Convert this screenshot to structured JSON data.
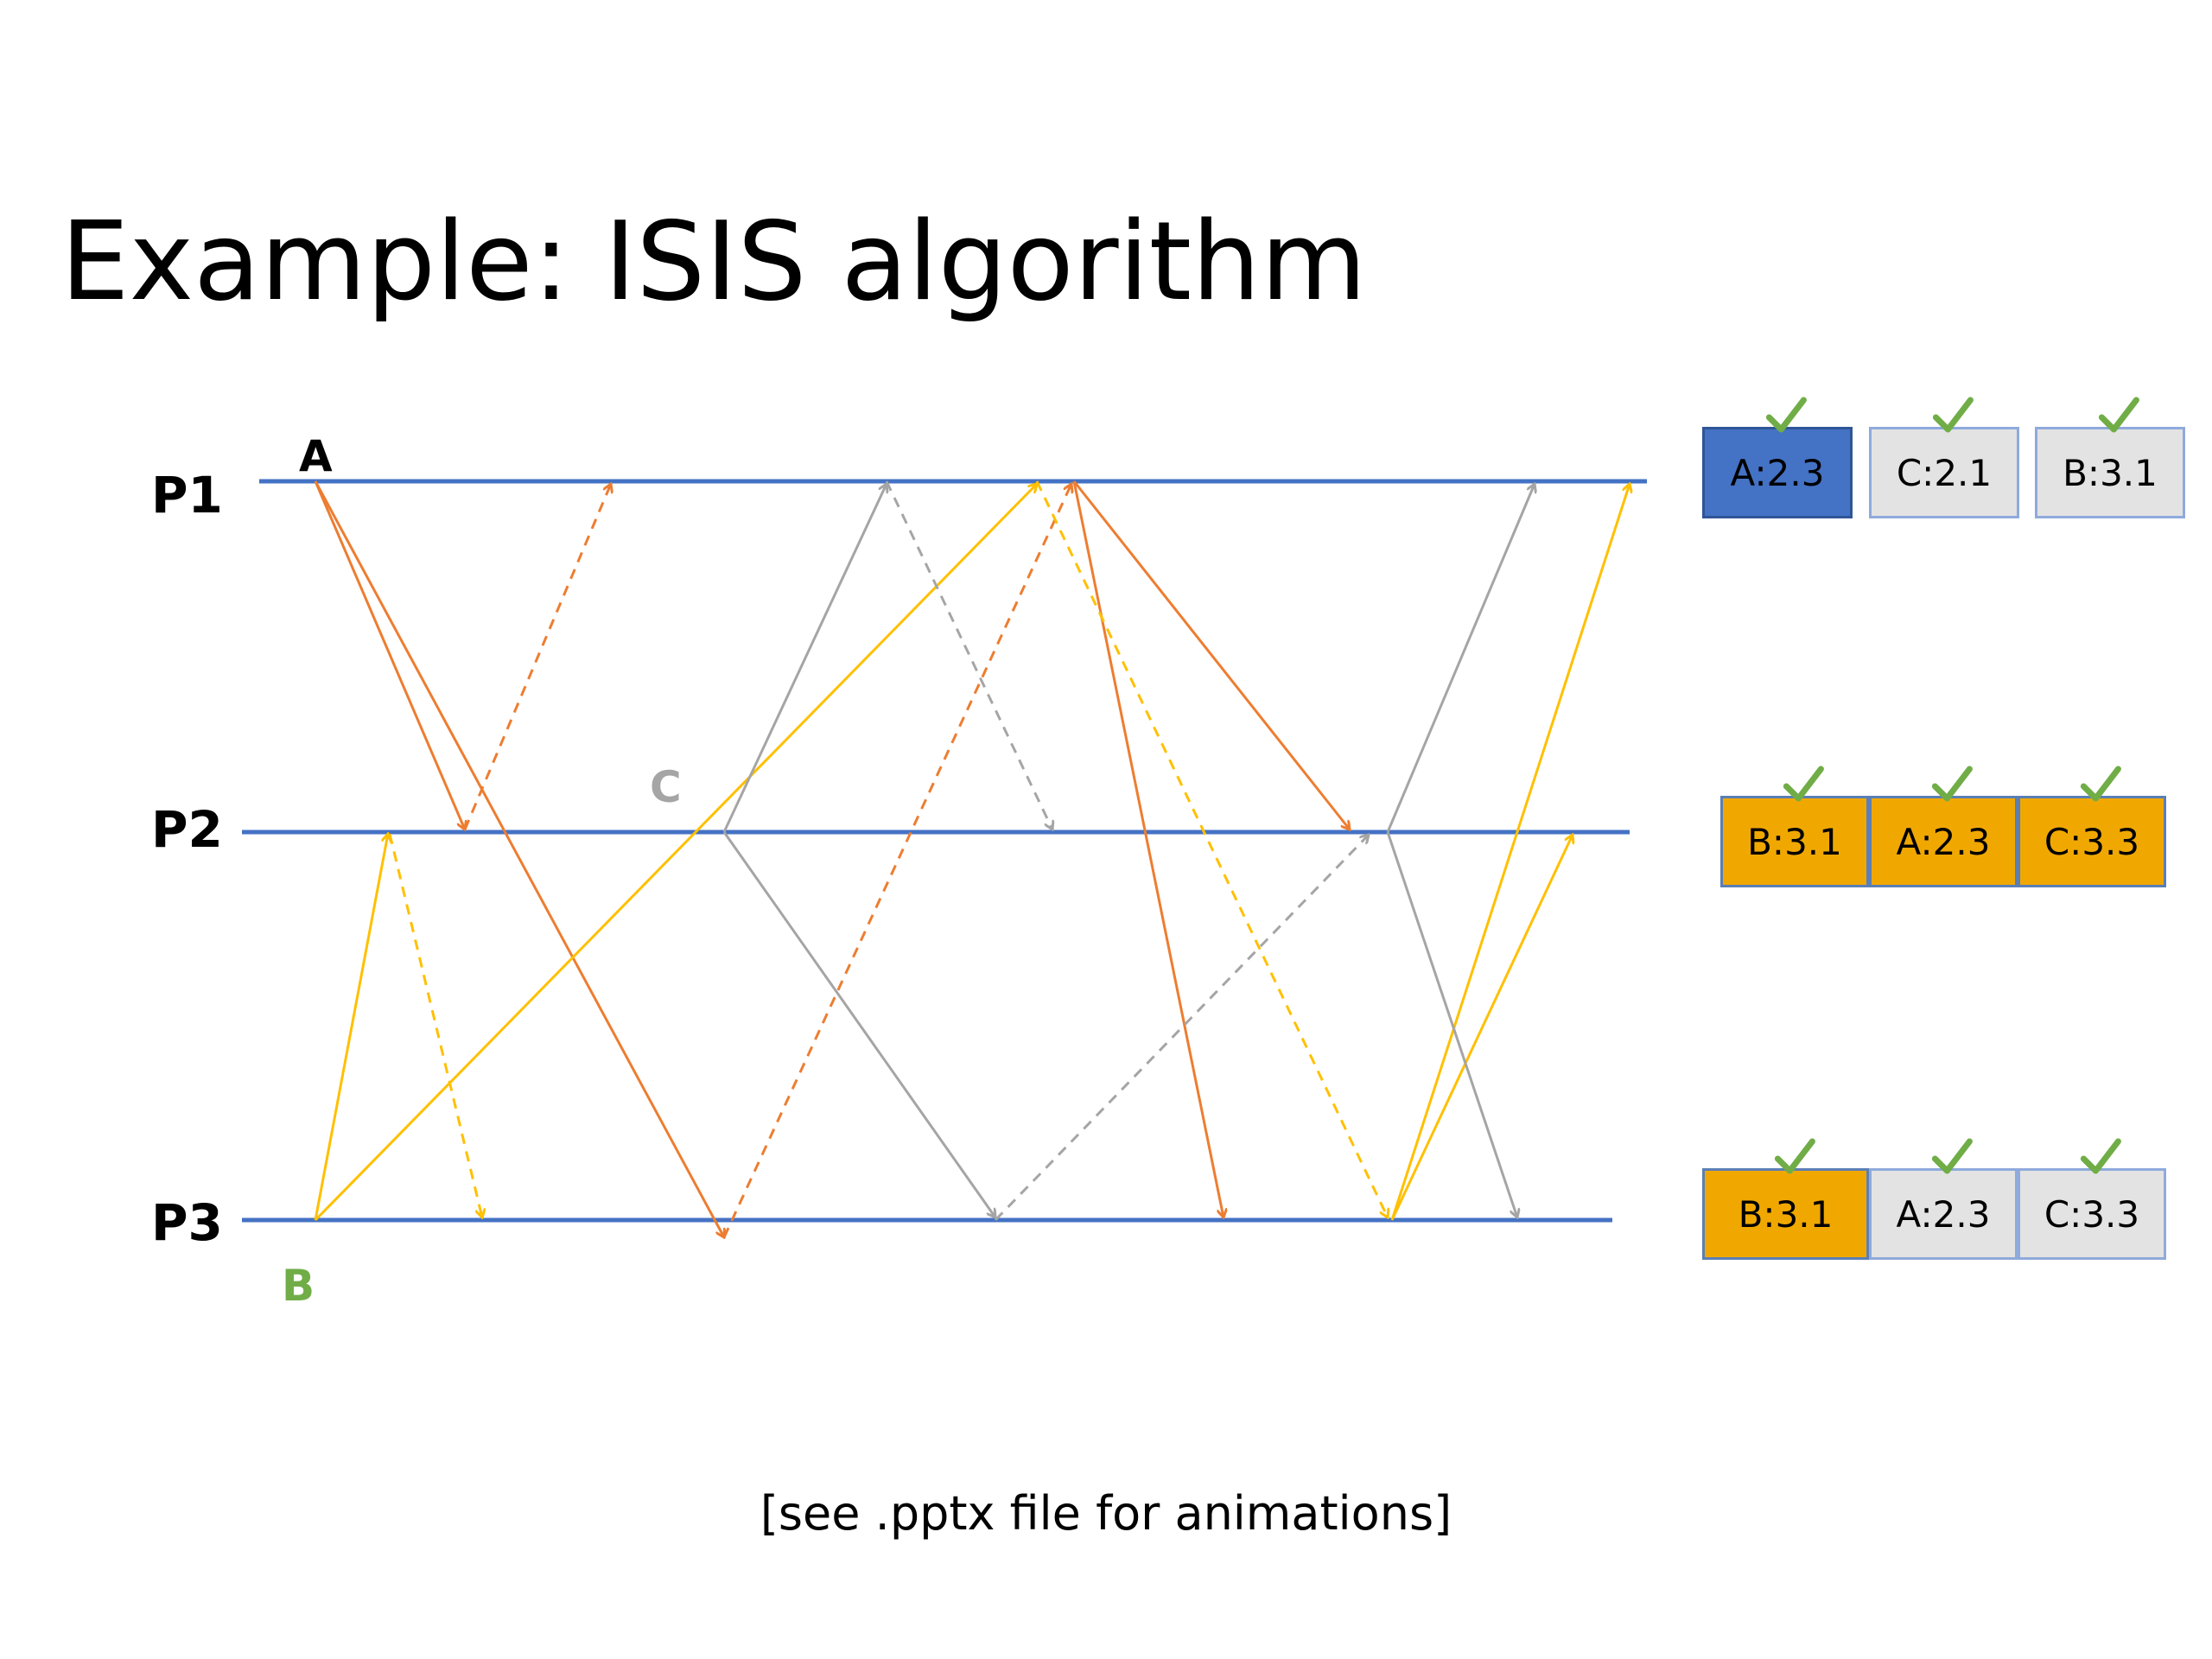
{
  "title": "Example: ISIS algorithm",
  "processes": [
    "P1",
    "P2",
    "P3"
  ],
  "message_labels": {
    "a": "A",
    "b": "B",
    "c": "C"
  },
  "colors": {
    "timeline": "#4472c4",
    "msg_a": "#ed7d31",
    "msg_b": "#ffc000",
    "msg_c": "#a5a5a5",
    "label_b": "#70ad47",
    "label_c": "#a5a5a5",
    "check": "#70ad47"
  },
  "queues": {
    "p1": [
      {
        "label": "A:2.3",
        "style": "blue",
        "checked": true
      },
      {
        "label": "C:2.1",
        "style": "gray",
        "checked": true
      },
      {
        "label": "B:3.1",
        "style": "gray",
        "checked": true
      }
    ],
    "p2": [
      {
        "label": "B:3.1",
        "style": "orange",
        "checked": true
      },
      {
        "label": "A:2.3",
        "style": "orange",
        "checked": true
      },
      {
        "label": "C:3.3",
        "style": "orange",
        "checked": true
      }
    ],
    "p3": [
      {
        "label": "B:3.1",
        "style": "orange",
        "checked": true
      },
      {
        "label": "A:2.3",
        "style": "gray",
        "checked": true
      },
      {
        "label": "C:3.3",
        "style": "gray",
        "checked": true
      }
    ]
  },
  "footnote": "[see .pptx file for animations]"
}
